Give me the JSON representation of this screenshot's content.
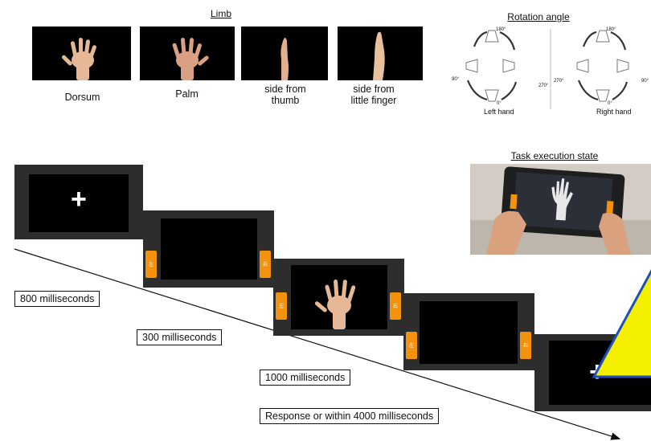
{
  "limb": {
    "title": "Limb",
    "views": [
      {
        "label": "Dorsum"
      },
      {
        "label": "Palm"
      },
      {
        "label": "side from\nthumb"
      },
      {
        "label": "side from\nlittle finger"
      }
    ]
  },
  "rotation": {
    "title": "Rotation angle",
    "left_label": "Left hand",
    "right_label": "Right hand",
    "angles": {
      "top": "180°",
      "left": "90°",
      "right": "270°",
      "bottom": "0°",
      "right_left": "270°",
      "right_right": "90°"
    }
  },
  "task": {
    "title": "Task execution state"
  },
  "timeline": {
    "steps": [
      {
        "duration": "800 milliseconds"
      },
      {
        "duration": "300 milliseconds"
      },
      {
        "duration": "1000 milliseconds"
      },
      {
        "duration": "Response or within 4000 milliseconds"
      }
    ],
    "fixation": "+",
    "button_left": "左",
    "button_right": "右"
  },
  "colors": {
    "tablet_frame": "#2d2d2d",
    "screen": "#000000",
    "button": "#f2920d",
    "warning_fill": "#f5ef00",
    "warning_stroke": "#1f4fbf"
  }
}
